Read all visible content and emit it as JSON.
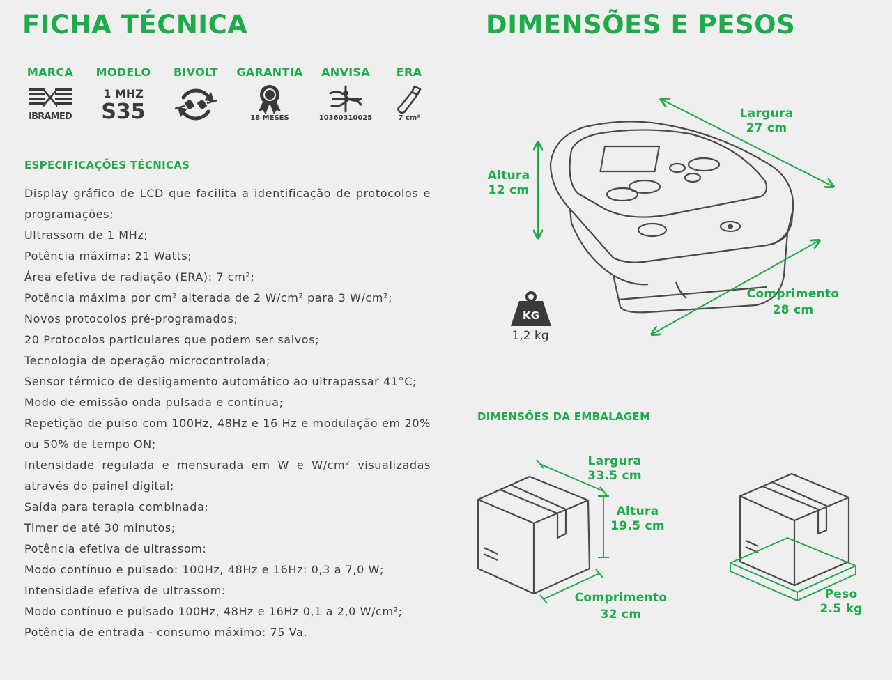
{
  "left": {
    "title": "FICHA TÉCNICA",
    "icons": [
      {
        "label": "MARCA",
        "icon": "ibramed-logo",
        "logo_text": "IBRAMED"
      },
      {
        "label": "MODELO",
        "icon": "model-text",
        "line1": "1 MHZ",
        "line2": "S35"
      },
      {
        "label": "BIVOLT",
        "icon": "plug-cycle-icon"
      },
      {
        "label": "GARANTIA",
        "icon": "award-ribbon-icon",
        "caption": "18 MESES"
      },
      {
        "label": "ANVISA",
        "icon": "anvisa-icon",
        "caption": "10360310025"
      },
      {
        "label": "ERA",
        "icon": "ultrasound-probe-icon",
        "caption": "7 cm²"
      }
    ],
    "spec_heading": "ESPECIFICAÇÕES TÉCNICAS",
    "specs": [
      "Display gráfico de LCD que facilita a identificação de protocolos e programações;",
      "Ultrassom de 1 MHz;",
      "Potência máxima: 21 Watts;",
      "Área efetiva de radiação (ERA): 7 cm²;",
      "Potência máxima por cm² alterada de 2 W/cm² para 3 W/cm²;",
      "Novos protocolos pré-programados;",
      "20 Protocolos particulares que podem ser salvos;",
      "Tecnologia de operação microcontrolada;",
      "Sensor térmico de desligamento automático ao ultrapassar 41°C;",
      "Modo de emissão onda pulsada e contínua;",
      "Repetição de pulso com 100Hz, 48Hz e 16 Hz e modulação em 20% ou 50% de tempo ON;",
      "Intensidade regulada e mensurada em W e W/cm² visualizadas através do painel digital;",
      "Saída para terapia combinada;",
      "Timer de até 30 minutos;",
      "Potência efetiva de ultrassom:",
      "Modo contínuo e pulsado: 100Hz, 48Hz e 16Hz: 0,3 a 7,0 W;",
      "Intensidade efetiva de ultrassom:",
      "Modo contínuo e pulsado 100Hz, 48Hz e 16Hz 0,1 a 2,0 W/cm²;",
      "Potência de entrada - consumo máximo: 75 Va."
    ]
  },
  "right": {
    "title": "DIMENSÕES E PESOS",
    "device": {
      "width_label": "Largura",
      "width_value": "27 cm",
      "height_label": "Altura",
      "height_value": "12 cm",
      "length_label": "Comprimento",
      "length_value": "28 cm",
      "weight_icon_text": "KG",
      "weight_value": "1,2 kg"
    },
    "package_heading": "DIMENSÕES DA EMBALAGEM",
    "package": {
      "width_label": "Largura",
      "width_value": "33.5 cm",
      "height_label": "Altura",
      "height_value": "19.5 cm",
      "length_label": "Comprimento",
      "length_value": "32 cm",
      "weight_label": "Peso",
      "weight_value": "2.5 kg"
    }
  },
  "colors": {
    "accent": "#1faa4b",
    "text": "#3a3a3a",
    "background": "#efefef"
  }
}
